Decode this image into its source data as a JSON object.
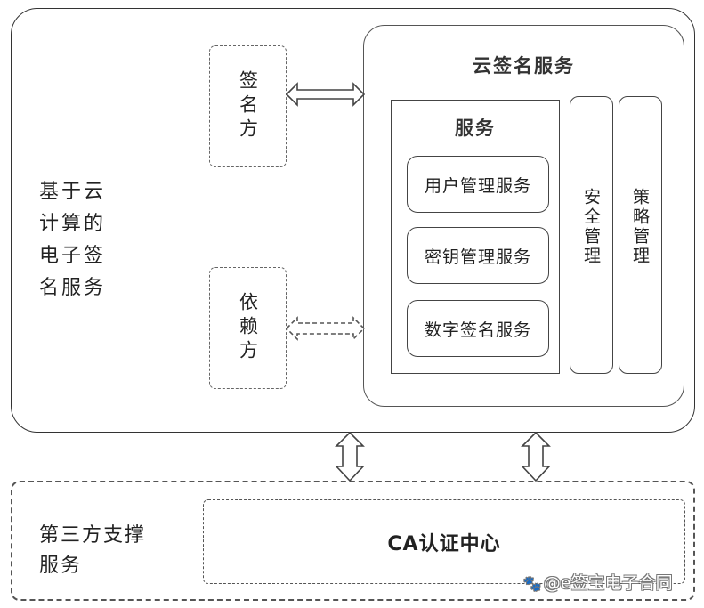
{
  "system": {
    "label": "基于云计算的电子签名服务",
    "label_lines": [
      "基于云",
      "计算的",
      "电子签",
      "名服务"
    ]
  },
  "parties": {
    "signer": "签名方",
    "relying_party": "依赖方"
  },
  "cloud_service": {
    "title": "云签名服务",
    "services": {
      "title": "服务",
      "items": [
        "用户管理服务",
        "密钥管理服务",
        "数字签名服务"
      ]
    },
    "security_management": "安全管理",
    "policy_management": "策略管理"
  },
  "connections": [
    {
      "from": "签名方",
      "to": "云签名服务",
      "style": "solid",
      "direction": "bidirectional"
    },
    {
      "from": "依赖方",
      "to": "云签名服务",
      "style": "dashed",
      "direction": "bidirectional"
    },
    {
      "from": "基于云计算的电子签名服务",
      "to": "第三方支撑服务",
      "style": "solid",
      "direction": "bidirectional",
      "count": 2
    }
  ],
  "third_party": {
    "label_lines": [
      "第三方支撑",
      "服务"
    ],
    "ca": "CA认证中心"
  },
  "watermark": {
    "icon": "paw-icon",
    "text": "@e签宝电子合同"
  }
}
